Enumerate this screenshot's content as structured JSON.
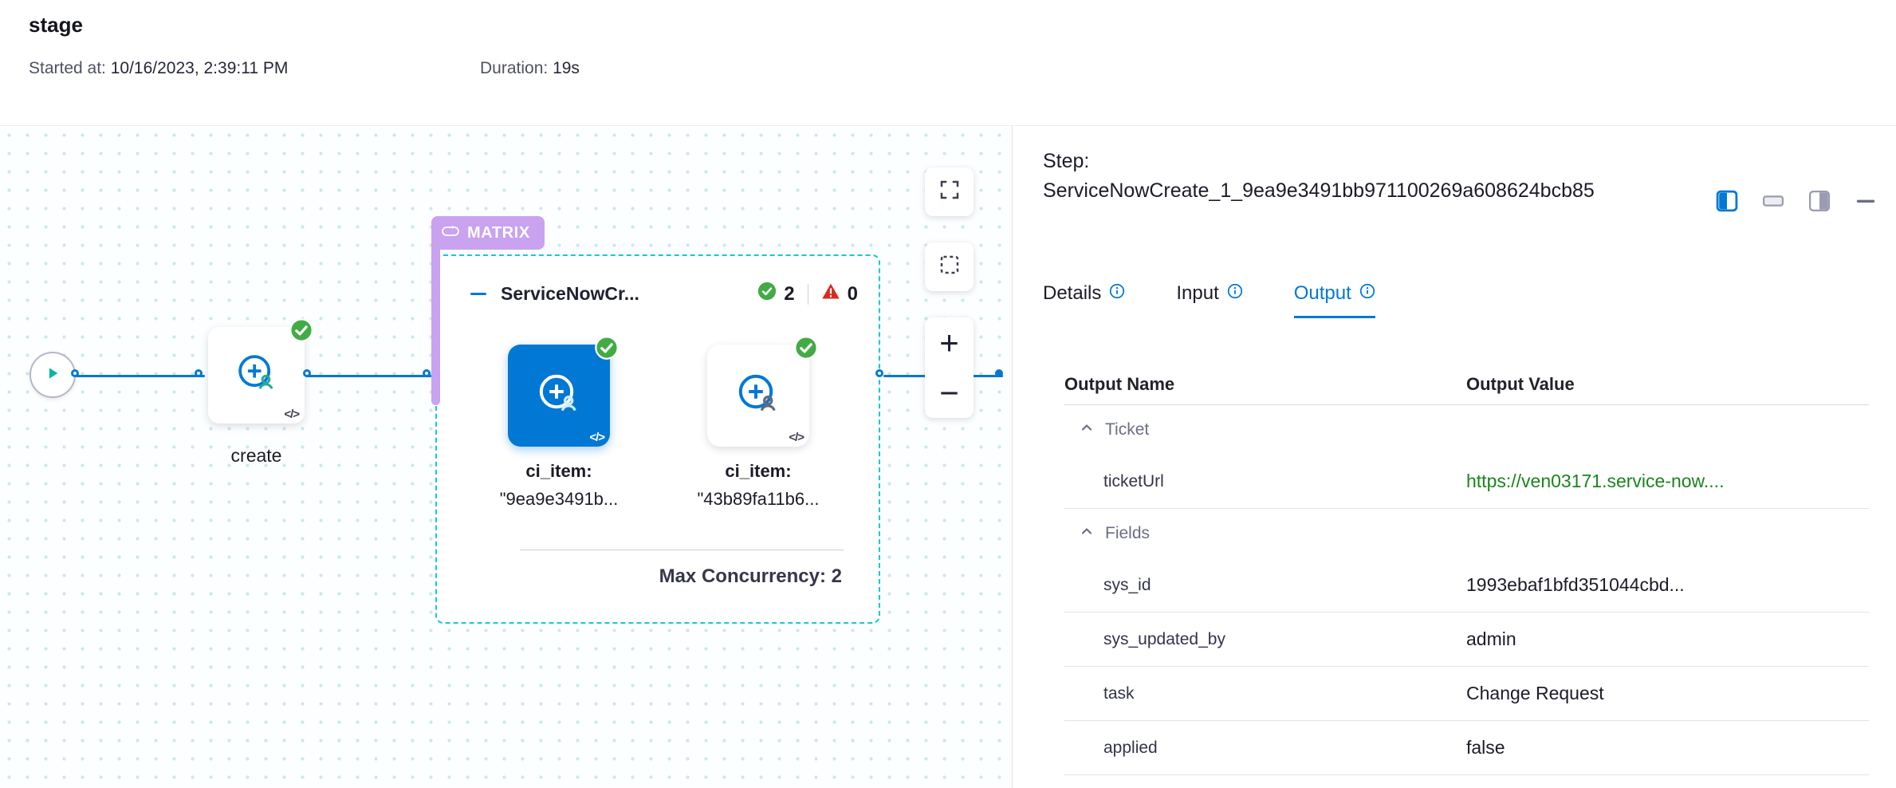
{
  "header": {
    "title": "stage",
    "started_label": "Started at:",
    "started_value": "10/16/2023, 2:39:11 PM",
    "duration_label": "Duration:",
    "duration_value": "19s"
  },
  "canvas": {
    "create_node": {
      "label": "create",
      "code_glyph": "</>"
    },
    "matrix": {
      "badge": "MATRIX",
      "title": "ServiceNowCr...",
      "success_count": "2",
      "error_count": "0",
      "max_concurrency": "Max Concurrency: 2",
      "children": [
        {
          "label": "ci_item:",
          "value": "\"9ea9e3491b...",
          "code_glyph": "</>"
        },
        {
          "label": "ci_item:",
          "value": "\"43b89fa11b6...",
          "code_glyph": "</>"
        }
      ]
    },
    "controls": {
      "zoom_in": "+",
      "zoom_out": "−"
    }
  },
  "panel": {
    "step_label": "Step:",
    "step_name": "ServiceNowCreate_1_9ea9e3491bb971100269a608624bcb85",
    "tabs": [
      {
        "label": "Details"
      },
      {
        "label": "Input"
      },
      {
        "label": "Output"
      }
    ],
    "table": {
      "name_header": "Output Name",
      "value_header": "Output Value",
      "groups": [
        {
          "name": "Ticket",
          "rows": [
            {
              "name": "ticketUrl",
              "value": "https://ven03171.service-now...."
            }
          ]
        },
        {
          "name": "Fields",
          "rows": [
            {
              "name": "sys_id",
              "value": "1993ebaf1bfd351044cbd..."
            },
            {
              "name": "sys_updated_by",
              "value": "admin"
            },
            {
              "name": "task",
              "value": "Change Request"
            },
            {
              "name": "applied",
              "value": "false"
            }
          ]
        }
      ]
    }
  },
  "colors": {
    "accent_blue": "#0278d5",
    "success_green": "#42ab45",
    "link_green": "#1b841d",
    "matrix_purple": "#c9a2f0",
    "error_red": "#da291d",
    "group_border_teal": "#16c8d8"
  }
}
